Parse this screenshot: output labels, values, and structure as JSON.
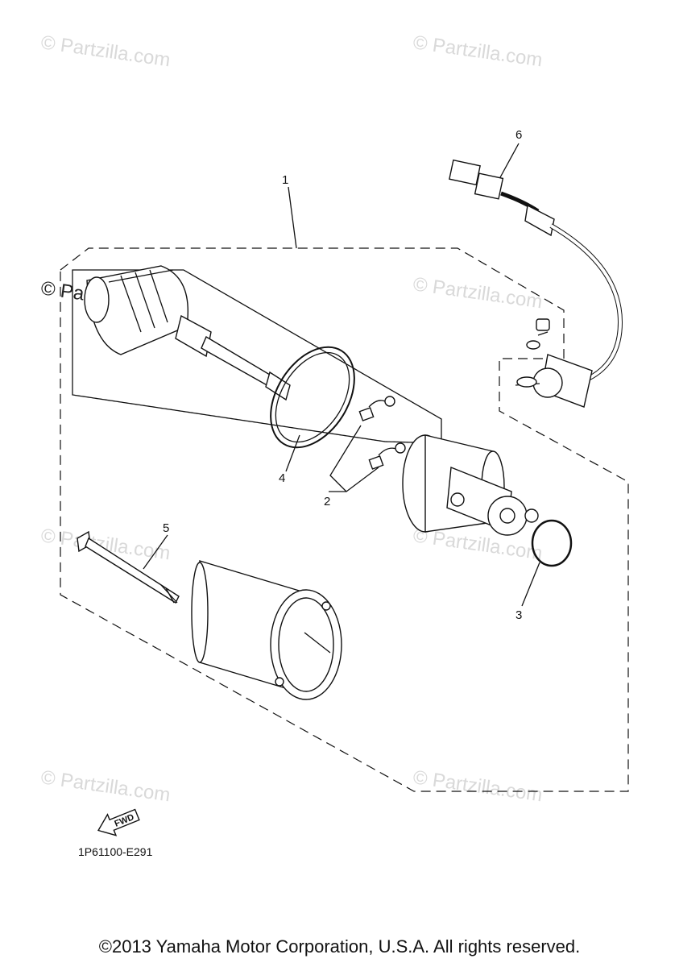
{
  "watermark": "© Partzilla.com",
  "callouts": [
    "1",
    "2",
    "3",
    "4",
    "5",
    "6"
  ],
  "diagram_code": "1P61100-E291",
  "fwd_label": "FWD",
  "copyright": "©2013 Yamaha Motor Corporation, U.S.A. All rights reserved.",
  "icons": {
    "fwd_arrow": "fwd-arrow-icon"
  }
}
